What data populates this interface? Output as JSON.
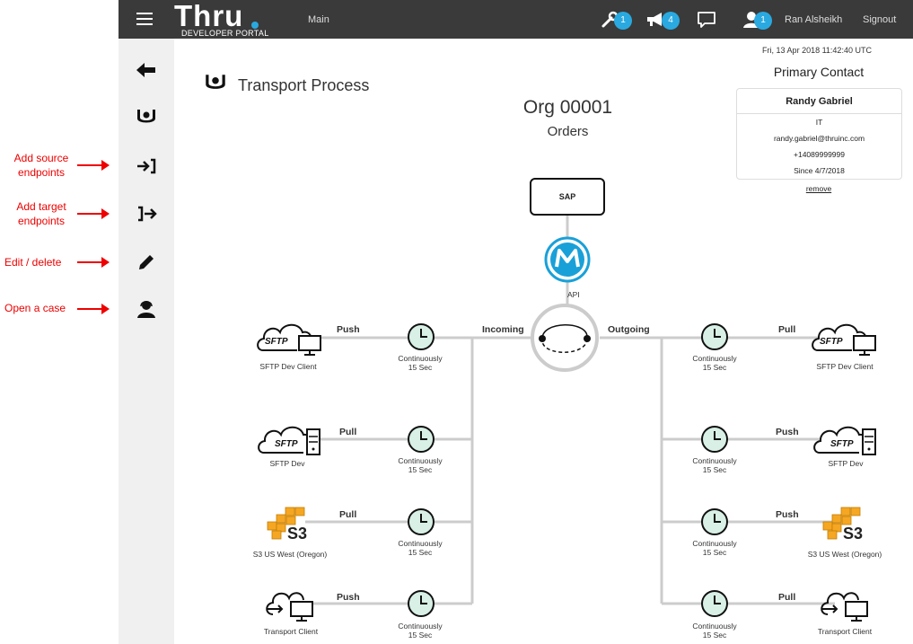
{
  "topbar": {
    "logo": "Thru",
    "logo_sub": "DEVELOPER PORTAL",
    "nav_main": "Main",
    "badges": {
      "tools": "1",
      "announce": "4",
      "user": "1"
    },
    "user_name": "Ran Alsheikh",
    "signout": "Signout"
  },
  "annotations": {
    "add_source": "Add source\nendpoints",
    "add_target": "Add target\nendpoints",
    "edit_delete": "Edit / delete",
    "open_case": "Open a case"
  },
  "page": {
    "title": "Transport Process",
    "org": "Org 00001",
    "org_sub": "Orders",
    "datetime": "Fri, 13 Apr 2018 11:42:40 UTC"
  },
  "contact": {
    "title": "Primary Contact",
    "name": "Randy Gabriel",
    "dept": "IT",
    "email": "randy.gabriel@thruinc.com",
    "phone": "+14089999999",
    "since": "Since 4/7/2018",
    "remove": "remove"
  },
  "flow": {
    "sap": "SAP",
    "api": "API",
    "incoming": "Incoming",
    "outgoing": "Outgoing",
    "schedule_line1": "Continuously",
    "schedule_line2": "15 Sec",
    "sources": [
      {
        "name": "SFTP Dev Client",
        "action": "Push",
        "icon": "sftp-client-icon",
        "badge": "SFTP"
      },
      {
        "name": "SFTP Dev",
        "action": "Pull",
        "icon": "sftp-server-icon",
        "badge": "SFTP"
      },
      {
        "name": "S3 US West (Oregon)",
        "action": "Pull",
        "icon": "s3-icon",
        "badge": "S3"
      },
      {
        "name": "Transport Client",
        "action": "Push",
        "icon": "transport-client-icon",
        "badge": ""
      }
    ],
    "targets": [
      {
        "name": "SFTP Dev Client",
        "action": "Pull",
        "icon": "sftp-client-icon",
        "badge": "SFTP"
      },
      {
        "name": "SFTP Dev",
        "action": "Push",
        "icon": "sftp-server-icon",
        "badge": "SFTP"
      },
      {
        "name": "S3 US West (Oregon)",
        "action": "Push",
        "icon": "s3-icon",
        "badge": "S3"
      },
      {
        "name": "Transport Client",
        "action": "Pull",
        "icon": "transport-client-icon",
        "badge": ""
      }
    ]
  },
  "colors": {
    "accent": "#2aa9e0",
    "clock_fill": "#d8f0e6",
    "line": "#cccccc",
    "annotation": "#e00000"
  }
}
